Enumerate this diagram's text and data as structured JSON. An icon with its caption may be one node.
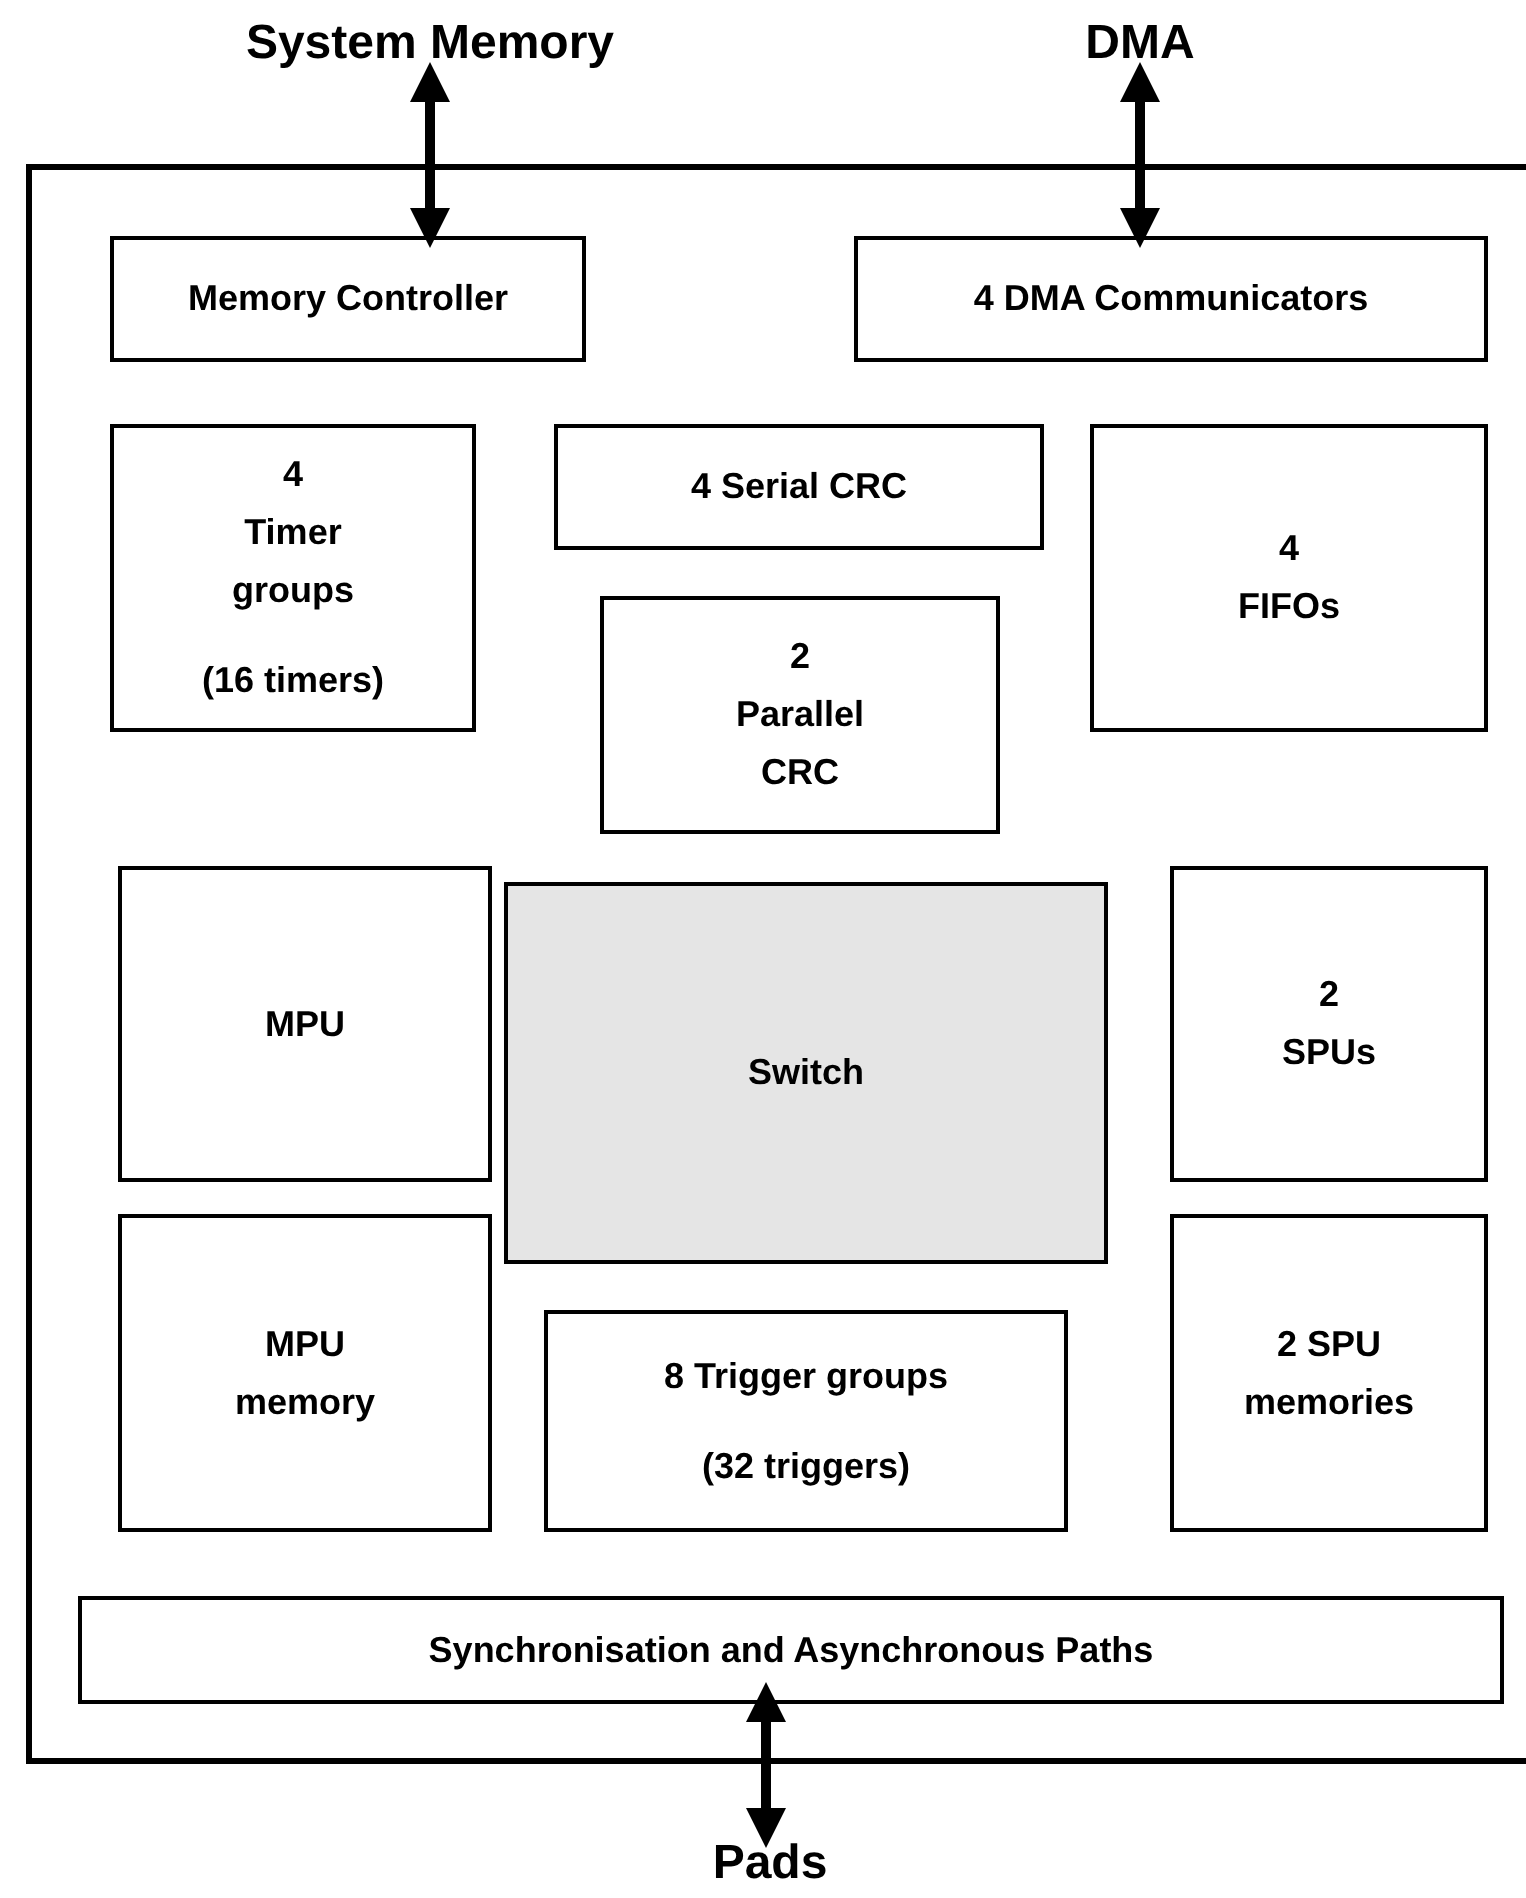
{
  "diagram": {
    "nodes": [
      {
        "text": [
          "System Memory"
        ]
      },
      {
        "text": [
          "DMA"
        ]
      },
      {
        "text": [],
        "shape": "box"
      },
      {
        "text": [
          "Memory Controller"
        ],
        "in": 2
      },
      {
        "text": [
          "4 DMA Communicators"
        ],
        "in": 2
      },
      {
        "text": [
          "4 Timer groups",
          "(16 timers)"
        ],
        "in": 2
      },
      {
        "text": [
          "4 Serial CRC"
        ],
        "in": 2
      },
      {
        "text": [
          "4 FIFOs"
        ],
        "in": 2
      },
      {
        "text": [
          "2 Parallel CRC"
        ],
        "in": 2
      },
      {
        "text": [
          "MPU"
        ],
        "in": 2
      },
      {
        "text": [
          "Switch"
        ],
        "in": 2
      },
      {
        "text": [
          "2 SPUs"
        ],
        "in": 2
      },
      {
        "text": [
          "MPU memory"
        ],
        "in": 2
      },
      {
        "text": [
          "8 Trigger groups",
          "(32 triggers)"
        ],
        "in": 2
      },
      {
        "text": [
          "2 SPU memories"
        ],
        "in": 2
      },
      {
        "text": [
          "Synchronisation and Asynchronous Paths"
        ],
        "in": 2
      },
      {
        "text": [
          "Pads"
        ]
      }
    ],
    "edges": [
      {
        "from": 0,
        "to": 3,
        "arrow": "both"
      },
      {
        "from": 1,
        "to": 4,
        "arrow": "both"
      },
      {
        "from": 15,
        "to": 16,
        "arrow": "both"
      }
    ]
  }
}
